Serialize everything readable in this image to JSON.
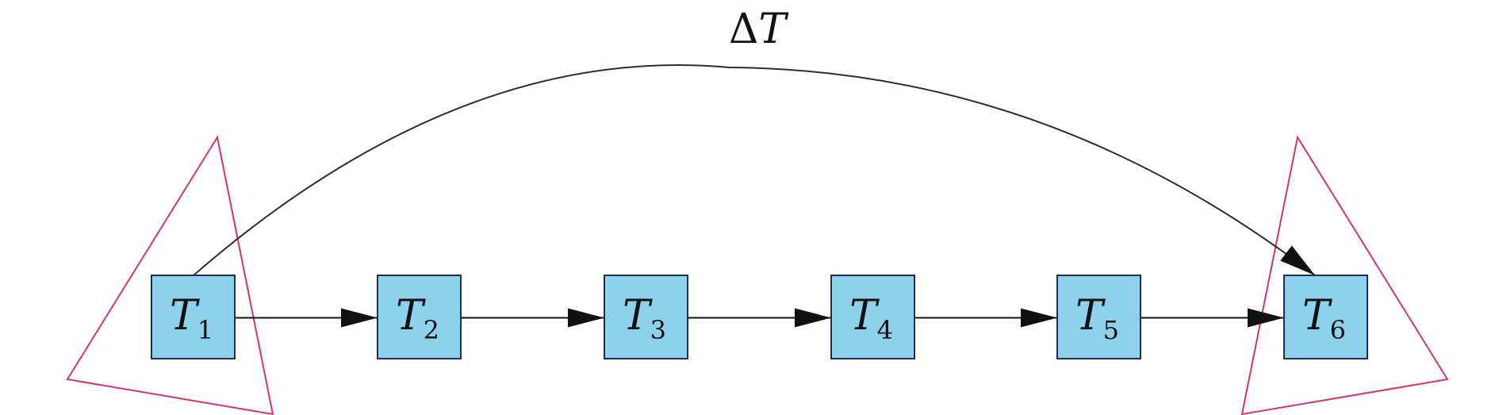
{
  "arc_label": {
    "delta": "Δ",
    "var": "T"
  },
  "nodes": [
    {
      "var": "T",
      "sub": "1"
    },
    {
      "var": "T",
      "sub": "2"
    },
    {
      "var": "T",
      "sub": "3"
    },
    {
      "var": "T",
      "sub": "4"
    },
    {
      "var": "T",
      "sub": "5"
    },
    {
      "var": "T",
      "sub": "6"
    }
  ],
  "edges": [
    {
      "from": 0,
      "to": 1
    },
    {
      "from": 1,
      "to": 2
    },
    {
      "from": 2,
      "to": 3
    },
    {
      "from": 3,
      "to": 4
    },
    {
      "from": 4,
      "to": 5
    }
  ],
  "arc": {
    "from": 0,
    "to": 5
  },
  "colors": {
    "node_fill": "#8ed1ea",
    "node_stroke": "#1f2d5a",
    "edge": "#111111",
    "arc": "#2a2d35",
    "triangle": "#d6336c"
  }
}
